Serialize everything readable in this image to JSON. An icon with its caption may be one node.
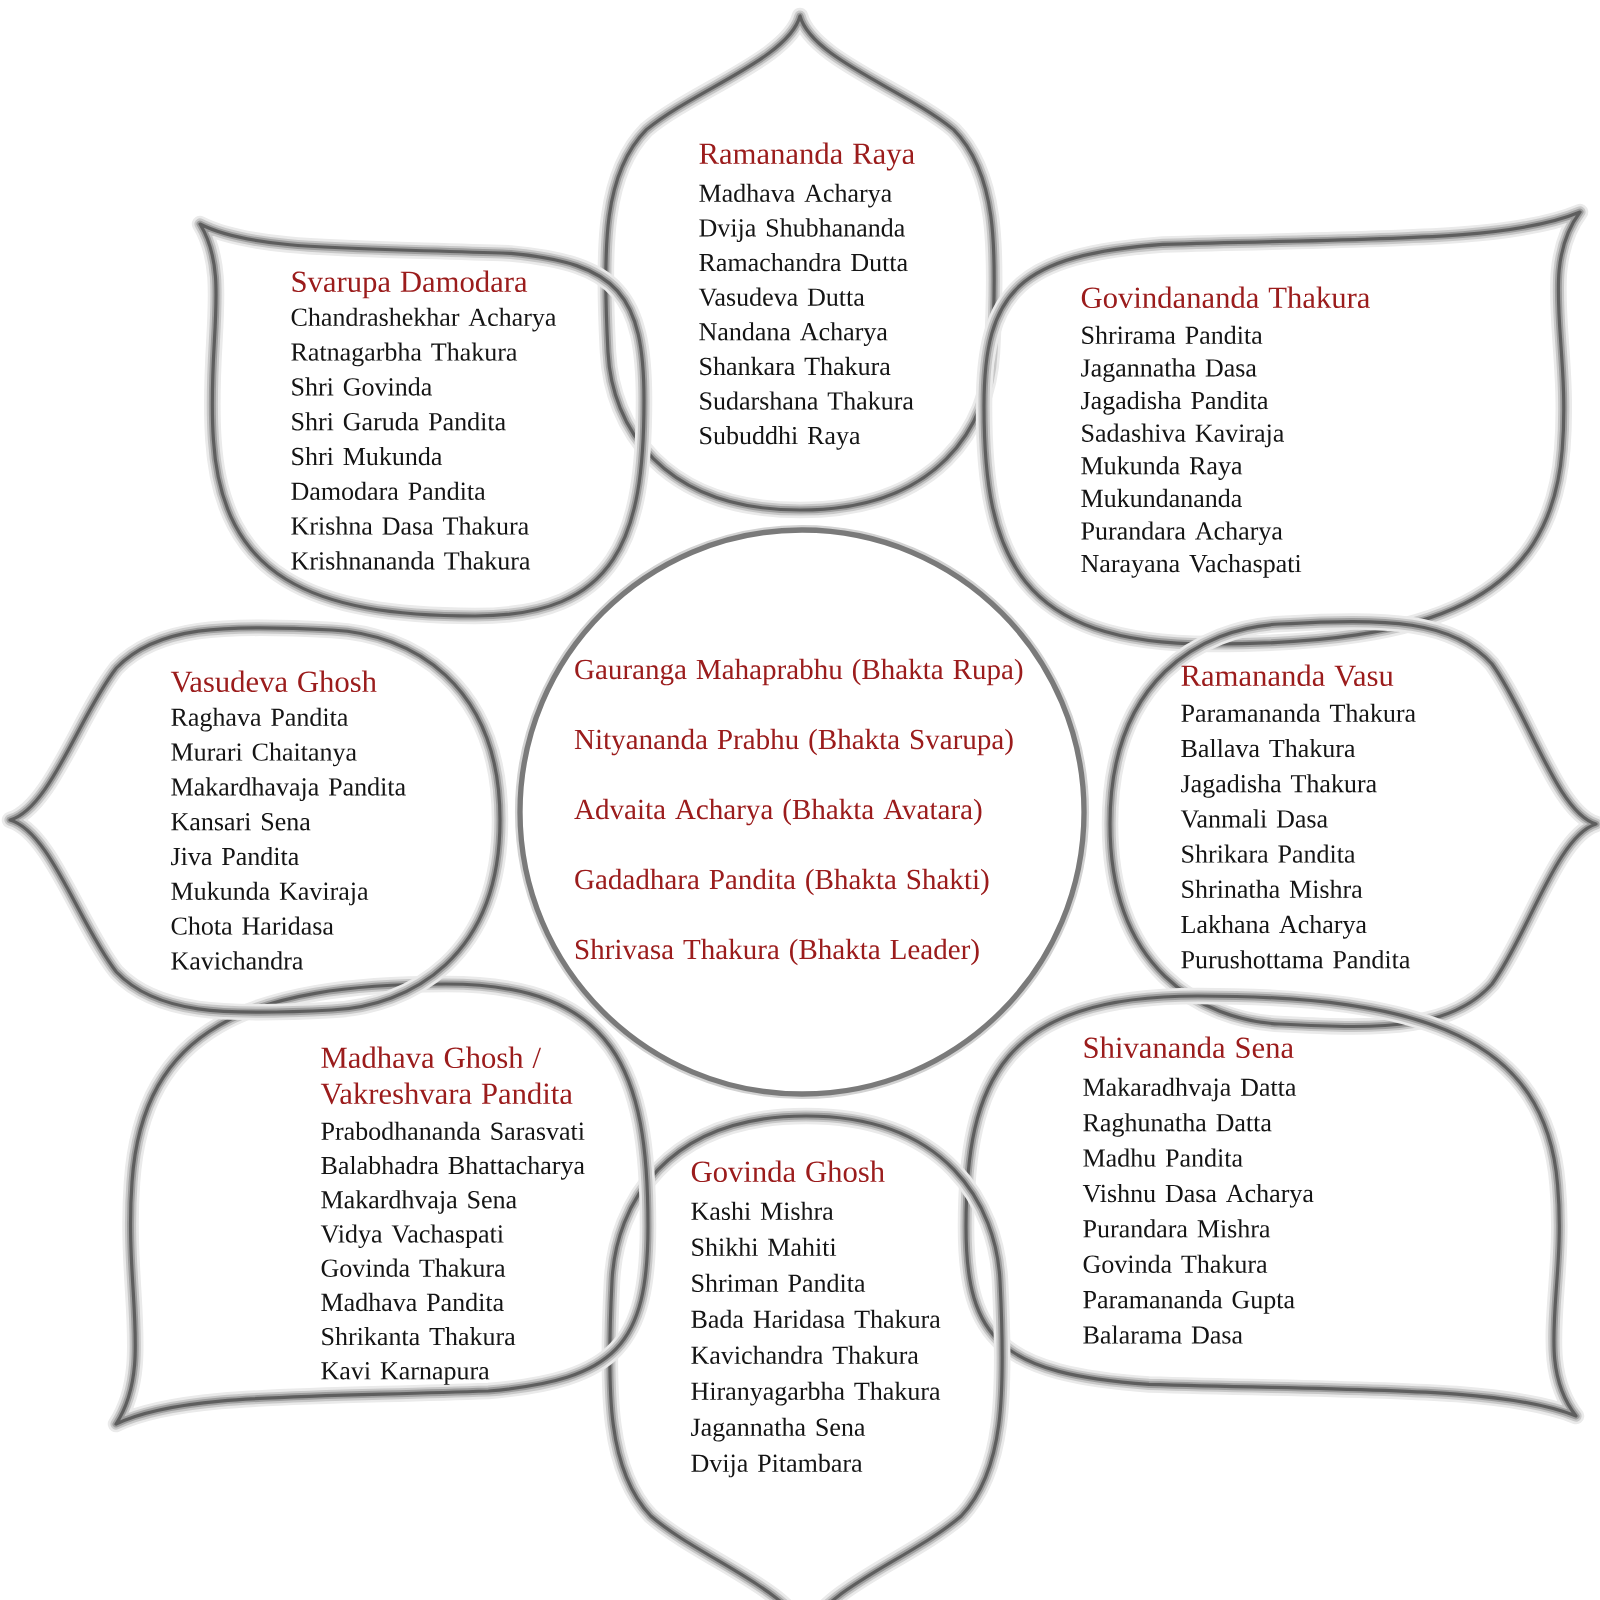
{
  "diagram": {
    "nodes": [
      {
        "text": [
          "Gauranga Mahaprabhu (Bhakta Rupa)",
          "Nityananda Prabhu (Bhakta Svarupa)",
          "Advaita Acharya (Bhakta Avatara)",
          "Gadadhara Pandita (Bhakta Shakti)",
          "Shrivasa Thakura (Bhakta Leader)"
        ]
      },
      {
        "text": [
          "Ramananda Raya",
          "Madhava Acharya",
          "Dvija Shubhananda",
          "Ramachandra Dutta",
          "Vasudeva Dutta",
          "Nandana Acharya",
          "Shankara Thakura",
          "Sudarshana Thakura",
          "Subuddhi Raya"
        ]
      },
      {
        "text": [
          "Govindananda Thakura",
          "Shrirama Pandita",
          "Jagannatha Dasa",
          "Jagadisha Pandita",
          "Sadashiva Kaviraja",
          "Mukunda Raya",
          "Mukundananda",
          "Purandara Acharya",
          "Narayana Vachaspati"
        ]
      },
      {
        "text": [
          "Ramananda Vasu",
          "Paramananda Thakura",
          "Ballava Thakura",
          "Jagadisha Thakura",
          "Vanmali Dasa",
          "Shrikara Pandita",
          "Shrinatha Mishra",
          "Lakhana Acharya",
          "Purushottama Pandita"
        ]
      },
      {
        "text": [
          "Shivananda Sena",
          "Makaradhvaja Datta",
          "Raghunatha Datta",
          "Madhu Pandita",
          "Vishnu Dasa Acharya",
          "Purandara Mishra",
          "Govinda Thakura",
          "Paramananda Gupta",
          "Balarama Dasa"
        ]
      },
      {
        "text": [
          "Govinda Ghosh",
          "Kashi Mishra",
          "Shikhi Mahiti",
          "Shriman Pandita",
          "Bada Haridasa Thakura",
          "Kavichandra Thakura",
          "Hiranyagarbha Thakura",
          "Jagannatha Sena",
          "Dvija Pitambara"
        ]
      },
      {
        "text": [
          "Madhava Ghosh / Vakreshvara Pandita",
          "Prabodhananda Sarasvati",
          "Balabhadra Bhattacharya",
          "Makardhvaja Sena",
          "Vidya Vachaspati",
          "Govinda Thakura",
          "Madhava Pandita",
          "Shrikanta Thakura",
          "Kavi Karnapura"
        ]
      },
      {
        "text": [
          "Vasudeva Ghosh",
          "Raghava Pandita",
          "Murari Chaitanya",
          "Makardhavaja Pandita",
          "Kansari Sena",
          "Jiva Pandita",
          "Mukunda Kaviraja",
          "Chota Haridasa",
          "Kavichandra"
        ]
      },
      {
        "text": [
          "Svarupa Damodara",
          "Chandrashekhar Acharya",
          "Ratnagarbha Thakura",
          "Shri Govinda",
          "Shri Garuda Pandita",
          "Shri Mukunda",
          "Damodara Pandita",
          "Krishna Dasa Thakura",
          "Krishnananda Thakura"
        ]
      }
    ]
  }
}
